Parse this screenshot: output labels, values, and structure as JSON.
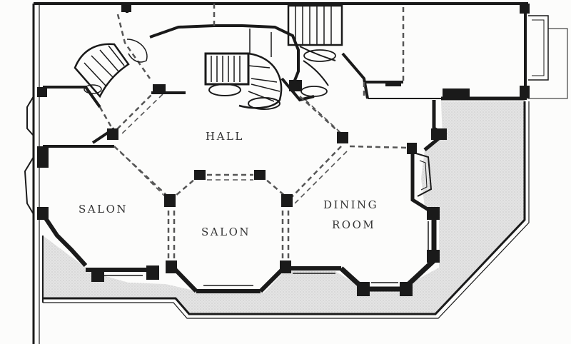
{
  "plan": {
    "rooms": [
      {
        "id": "hall",
        "label": "HALL"
      },
      {
        "id": "salon-left",
        "label": "SALON"
      },
      {
        "id": "salon-center",
        "label": "SALON"
      },
      {
        "id": "dining-room",
        "label_line1": "DINING",
        "label_line2": "ROOM"
      }
    ],
    "colors": {
      "wall": "#1a1a1a",
      "paper": "#fcfcfb",
      "terrace_fill": "#e2e2e2",
      "partition": "#555555",
      "text": "#333333"
    }
  }
}
